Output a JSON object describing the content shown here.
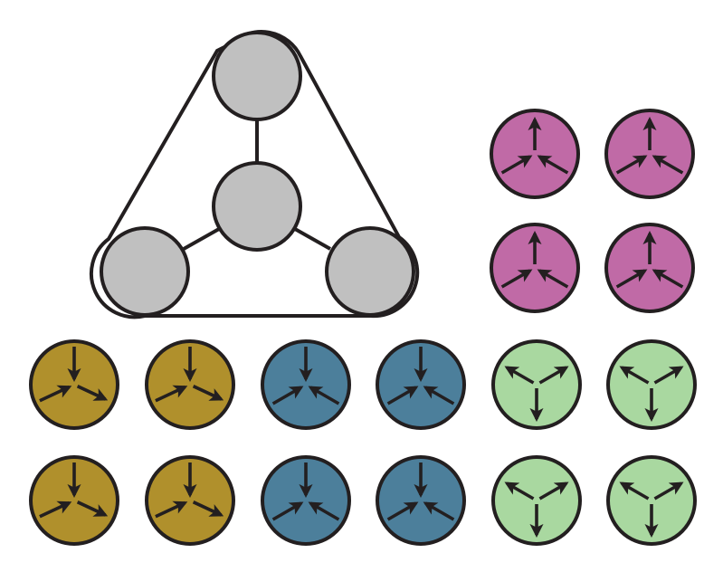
{
  "colors": {
    "background": "#ffffff",
    "stroke": "#231f20",
    "node_fill": "#c0c0c0",
    "magenta": "#c06aa6",
    "gold": "#b0902c",
    "steel_blue": "#4c7f9b",
    "light_green": "#a9d8a0"
  },
  "template": {
    "nodes": [
      "top",
      "center",
      "left",
      "right"
    ],
    "edges": [
      [
        "center",
        "top"
      ],
      [
        "center",
        "left"
      ],
      [
        "center",
        "right"
      ]
    ]
  },
  "groups": [
    {
      "id": "magenta",
      "color_key": "magenta",
      "arrows": [
        "out",
        "in",
        "in"
      ],
      "count": 4,
      "icon": "spin-icon-up-out-two-in"
    },
    {
      "id": "gold",
      "color_key": "gold",
      "arrows": [
        "in",
        "in",
        "out"
      ],
      "count": 4,
      "icon": "spin-icon-down-in-left-in-right-out"
    },
    {
      "id": "blue",
      "color_key": "steel_blue",
      "arrows": [
        "in",
        "in",
        "in"
      ],
      "count": 4,
      "icon": "spin-icon-all-in"
    },
    {
      "id": "green",
      "color_key": "light_green",
      "arrows": [
        "out",
        "out",
        "out"
      ],
      "count": 4,
      "icon": "spin-icon-all-out"
    }
  ]
}
